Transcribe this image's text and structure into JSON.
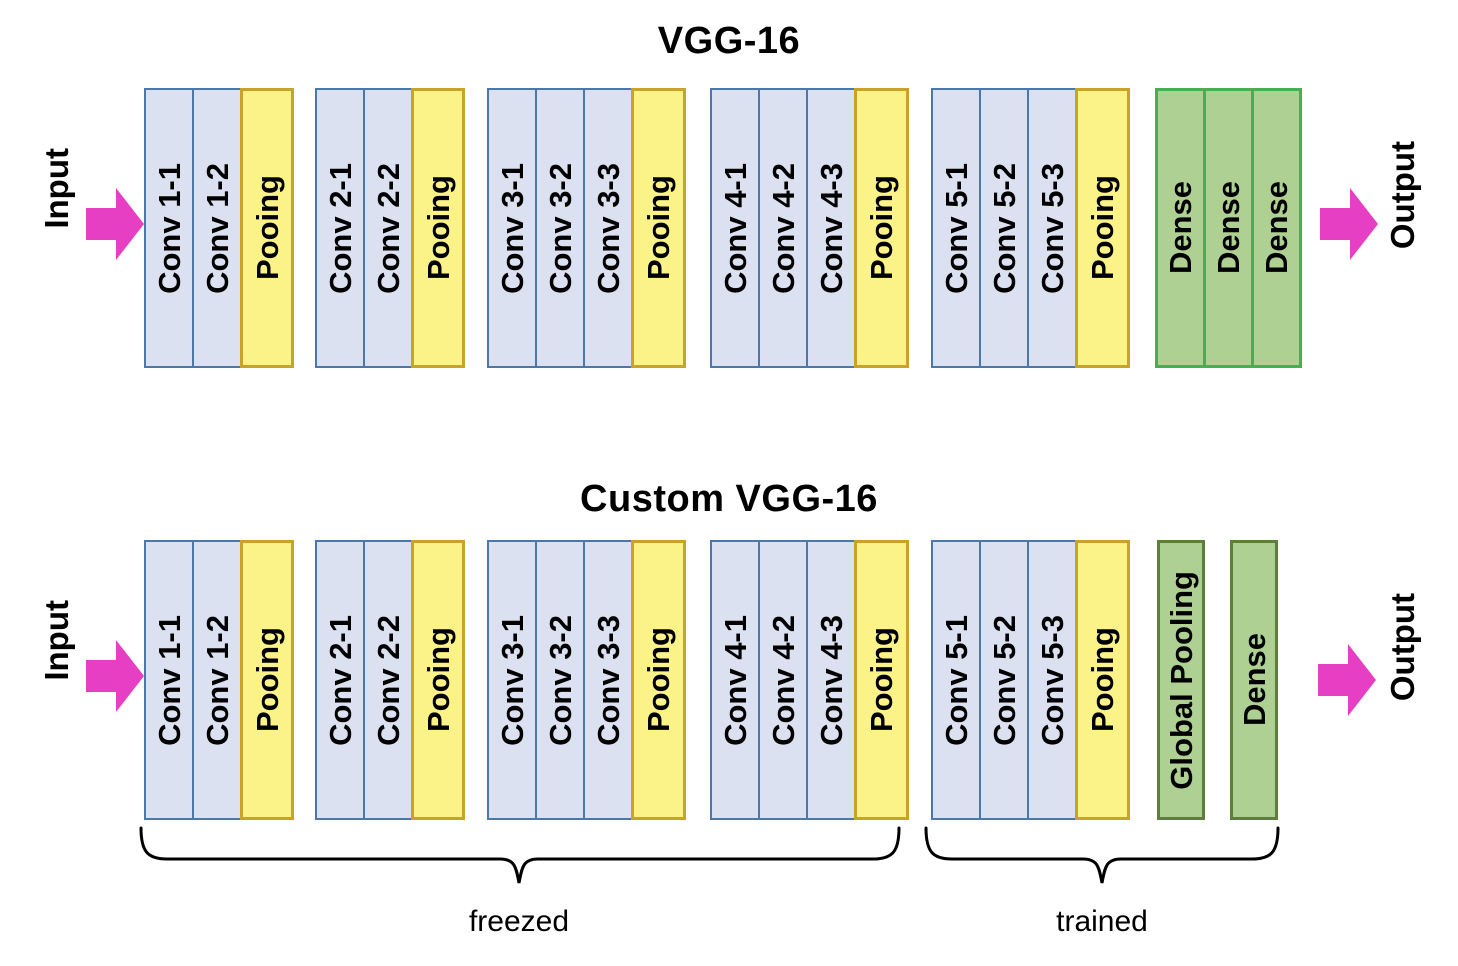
{
  "figure": {
    "title_top": "VGG-16",
    "title_bottom": "Custom VGG-16"
  },
  "labels": {
    "input": "Input",
    "output": "Output"
  },
  "colors": {
    "conv_fill": "#dbe1f0",
    "conv_border": "#4b77a9",
    "pool_fill": "#fbf387",
    "pool_border": "#c9a227",
    "dense_fill": "#aed093",
    "dense_border_top": "#45b053",
    "dense_border_custom": "#5d7f3c",
    "arrow": "#e73fc3",
    "text": "#000000",
    "background": "#ffffff"
  },
  "vgg16": {
    "name": "VGG-16",
    "blocks": [
      {
        "label": "Conv 1-1",
        "type": "conv"
      },
      {
        "label": "Conv 1-2",
        "type": "conv"
      },
      {
        "label": "Pooing",
        "type": "pool"
      },
      {
        "label": "Conv 2-1",
        "type": "conv"
      },
      {
        "label": "Conv 2-2",
        "type": "conv"
      },
      {
        "label": "Pooing",
        "type": "pool"
      },
      {
        "label": "Conv 3-1",
        "type": "conv"
      },
      {
        "label": "Conv 3-2",
        "type": "conv"
      },
      {
        "label": "Conv 3-3",
        "type": "conv"
      },
      {
        "label": "Pooing",
        "type": "pool"
      },
      {
        "label": "Conv 4-1",
        "type": "conv"
      },
      {
        "label": "Conv 4-2",
        "type": "conv"
      },
      {
        "label": "Conv 4-3",
        "type": "conv"
      },
      {
        "label": "Pooing",
        "type": "pool"
      },
      {
        "label": "Conv 5-1",
        "type": "conv"
      },
      {
        "label": "Conv 5-2",
        "type": "conv"
      },
      {
        "label": "Conv 5-3",
        "type": "conv"
      },
      {
        "label": "Pooing",
        "type": "pool"
      },
      {
        "label": "Dense",
        "type": "dense"
      },
      {
        "label": "Dense",
        "type": "dense"
      },
      {
        "label": "Dense",
        "type": "dense"
      }
    ]
  },
  "custom_vgg16": {
    "name": "Custom VGG-16",
    "blocks": [
      {
        "label": "Conv 1-1",
        "type": "conv"
      },
      {
        "label": "Conv 1-2",
        "type": "conv"
      },
      {
        "label": "Pooing",
        "type": "pool"
      },
      {
        "label": "Conv 2-1",
        "type": "conv"
      },
      {
        "label": "Conv 2-2",
        "type": "conv"
      },
      {
        "label": "Pooing",
        "type": "pool"
      },
      {
        "label": "Conv 3-1",
        "type": "conv"
      },
      {
        "label": "Conv 3-2",
        "type": "conv"
      },
      {
        "label": "Conv 3-3",
        "type": "conv"
      },
      {
        "label": "Pooing",
        "type": "pool"
      },
      {
        "label": "Conv 4-1",
        "type": "conv"
      },
      {
        "label": "Conv 4-2",
        "type": "conv"
      },
      {
        "label": "Conv 4-3",
        "type": "conv"
      },
      {
        "label": "Pooing",
        "type": "pool"
      },
      {
        "label": "Conv 5-1",
        "type": "conv"
      },
      {
        "label": "Conv 5-2",
        "type": "conv"
      },
      {
        "label": "Conv 5-3",
        "type": "conv"
      },
      {
        "label": "Pooing",
        "type": "pool"
      },
      {
        "label": "Global Pooling",
        "type": "dense"
      },
      {
        "label": "Dense",
        "type": "dense"
      }
    ],
    "annotations": [
      {
        "label": "freezed",
        "covers": "Conv 1-1 through Pooing (block 4)"
      },
      {
        "label": "trained",
        "covers": "Conv 5-1 through Dense"
      }
    ]
  }
}
